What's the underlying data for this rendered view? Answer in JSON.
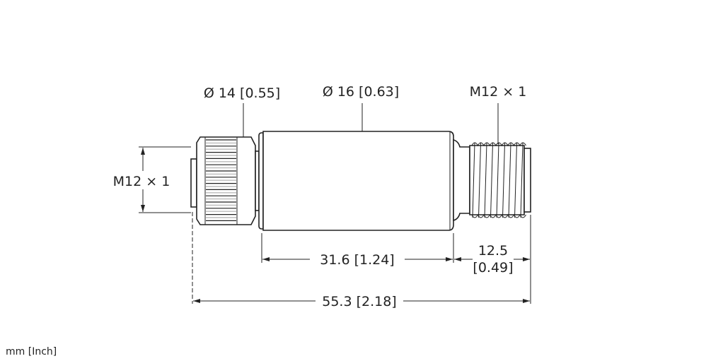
{
  "labels": {
    "nut_diameter": "Ø 14 [0.55]",
    "body_diameter": "Ø 16 [0.63]",
    "thread_right": "M12 × 1",
    "thread_left": "M12 × 1",
    "body_length": "31.6 [1.24]",
    "thread_length_mm": "12.5",
    "thread_length_in": "[0.49]",
    "total_length": "55.3 [2.18]",
    "units": "mm [Inch]"
  }
}
